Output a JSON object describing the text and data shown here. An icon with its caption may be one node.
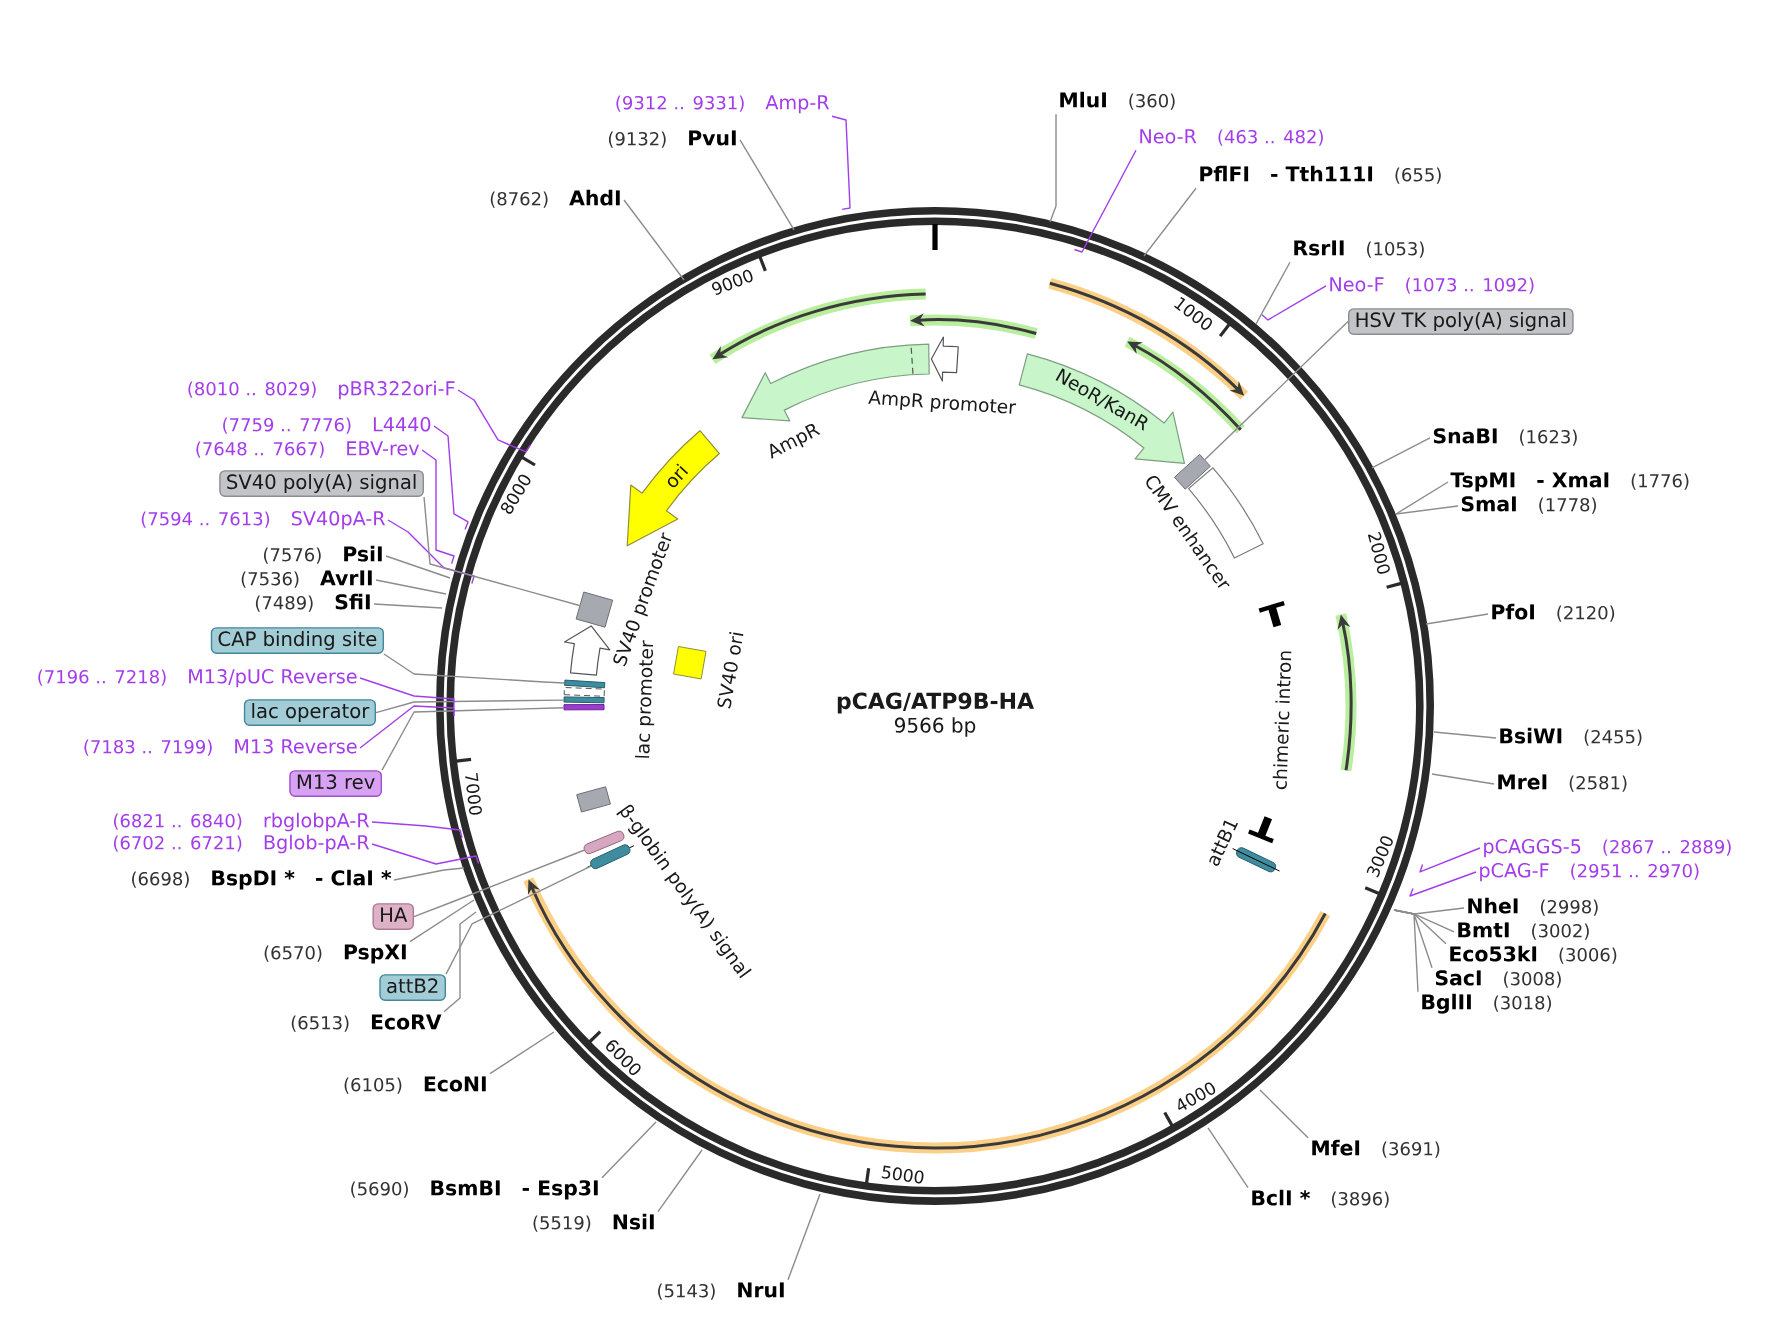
{
  "diagram": {
    "title": "pCAG/ATP9B-HA",
    "nodes": [
      {
        "text": [
          "MluI",
          "(360)"
        ]
      },
      {
        "text": [
          "Neo-R",
          "(463 .. 482)"
        ]
      },
      {
        "text": [
          "PflFI",
          "- Tth111I",
          "(655)"
        ]
      },
      {
        "text": [
          "RsrII",
          "(1053)"
        ]
      },
      {
        "text": [
          "Neo-F",
          "(1073 .. 1092)"
        ]
      },
      {
        "text": [
          "HSV TK poly(A) signal"
        ]
      },
      {
        "text": [
          "SnaBI",
          "(1623)"
        ]
      },
      {
        "text": [
          "TspMI",
          "- XmaI",
          "(1776)"
        ]
      },
      {
        "text": [
          "SmaI",
          "(1778)"
        ]
      },
      {
        "text": [
          "PfoI",
          "(2120)"
        ]
      },
      {
        "text": [
          "BsiWI",
          "(2455)"
        ]
      },
      {
        "text": [
          "MreI",
          "(2581)"
        ]
      },
      {
        "text": [
          "pCAGGS-5",
          "(2867 .. 2889)"
        ]
      },
      {
        "text": [
          "pCAG-F",
          "(2951 .. 2970)"
        ]
      },
      {
        "text": [
          "NheI",
          "(2998)"
        ]
      },
      {
        "text": [
          "BmtI",
          "(3002)"
        ]
      },
      {
        "text": [
          "Eco53kI",
          "(3006)"
        ]
      },
      {
        "text": [
          "SacI",
          "(3008)"
        ]
      },
      {
        "text": [
          "BglII",
          "(3018)"
        ]
      },
      {
        "text": [
          "MfeI",
          "(3691)"
        ]
      },
      {
        "text": [
          "BclI *",
          "(3896)"
        ]
      },
      {
        "text": [
          "(5143)",
          "NruI"
        ]
      },
      {
        "text": [
          "(5519)",
          "NsiI"
        ]
      },
      {
        "text": [
          "(5690)",
          "BsmBI",
          "- Esp3I"
        ]
      },
      {
        "text": [
          "(6105)",
          "EcoNI"
        ]
      },
      {
        "text": [
          "(6513)",
          "EcoRV"
        ]
      },
      {
        "text": [
          "attB2"
        ]
      },
      {
        "text": [
          "(6570)",
          "PspXI"
        ]
      },
      {
        "text": [
          "HA"
        ]
      },
      {
        "text": [
          "(6698)",
          "BspDI *",
          "- ClaI *"
        ]
      },
      {
        "text": [
          "(6702 .. 6721)",
          "Bglob-pA-R"
        ]
      },
      {
        "text": [
          "(6821 .. 6840)",
          "rbglobpA-R"
        ]
      },
      {
        "text": [
          "M13 rev"
        ]
      },
      {
        "text": [
          "(7183 .. 7199)",
          "M13 Reverse"
        ]
      },
      {
        "text": [
          "lac operator"
        ]
      },
      {
        "text": [
          "(7196 .. 7218)",
          "M13/pUC Reverse"
        ]
      },
      {
        "text": [
          "CAP binding site"
        ]
      },
      {
        "text": [
          "(7489)",
          "SfiI"
        ]
      },
      {
        "text": [
          "(7536)",
          "AvrII"
        ]
      },
      {
        "text": [
          "(7576)",
          "PsiI"
        ]
      },
      {
        "text": [
          "(7594 .. 7613)",
          "SV40pA-R"
        ]
      },
      {
        "text": [
          "SV40 poly(A) signal"
        ]
      },
      {
        "text": [
          "(7648 .. 7667)",
          "EBV-rev"
        ]
      },
      {
        "text": [
          "(7759 .. 7776)",
          "L4440"
        ]
      },
      {
        "text": [
          "(8010 .. 8029)",
          "pBR322ori-F"
        ]
      },
      {
        "text": [
          "(8762)",
          "AhdI"
        ]
      },
      {
        "text": [
          "(9132)",
          "PvuI"
        ]
      },
      {
        "text": [
          "(9312 .. 9331)",
          "Amp-R"
        ]
      },
      {
        "text": [
          "AmpR promoter"
        ]
      },
      {
        "text": [
          "NeoR/KanR"
        ]
      },
      {
        "text": [],
        "shape": "box"
      },
      {
        "text": [
          "CMV enhancer"
        ]
      },
      {
        "text": [
          "chimeric intron"
        ]
      },
      {
        "text": [
          "attB1"
        ]
      },
      {
        "text": [],
        "shape": "box"
      },
      {
        "text": [],
        "shape": "box"
      },
      {
        "text": [
          "β-globin poly(A) signal"
        ]
      },
      {
        "text": [],
        "shape": "box"
      },
      {
        "text": [],
        "shape": "box"
      },
      {
        "text": [
          "lac promoter"
        ]
      },
      {
        "text": [],
        "shape": "box"
      },
      {
        "text": [
          "SV40 ori"
        ]
      },
      {
        "text": [
          "SV40 promoter"
        ]
      },
      {
        "text": [],
        "shape": "box"
      },
      {
        "text": [
          "ori"
        ]
      },
      {
        "text": [
          "AmpR"
        ]
      }
    ],
    "edges": [
      {
        "from": 0,
        "to": null,
        "arrow": "none"
      },
      {
        "from": 1,
        "to": null,
        "arrow": "none",
        "color": "#a33deb"
      },
      {
        "from": 2,
        "to": null,
        "arrow": "none"
      },
      {
        "from": 3,
        "to": null,
        "arrow": "none"
      },
      {
        "from": 4,
        "to": null,
        "arrow": "none",
        "color": "#a33deb"
      },
      {
        "from": 5,
        "to": 50,
        "arrow": "none"
      },
      {
        "from": 6,
        "to": null,
        "arrow": "none"
      },
      {
        "from": 7,
        "to": null,
        "arrow": "none"
      },
      {
        "from": 8,
        "to": null,
        "arrow": "none"
      },
      {
        "from": 9,
        "to": null,
        "arrow": "none"
      },
      {
        "from": 10,
        "to": null,
        "arrow": "none"
      },
      {
        "from": 11,
        "to": null,
        "arrow": "none"
      },
      {
        "from": 12,
        "to": null,
        "arrow": "none",
        "color": "#a33deb"
      },
      {
        "from": 13,
        "to": null,
        "arrow": "none",
        "color": "#a33deb"
      },
      {
        "from": 14,
        "to": null,
        "arrow": "none"
      },
      {
        "from": 15,
        "to": null,
        "arrow": "none"
      },
      {
        "from": 16,
        "to": null,
        "arrow": "none"
      },
      {
        "from": 17,
        "to": null,
        "arrow": "none"
      },
      {
        "from": 18,
        "to": null,
        "arrow": "none"
      },
      {
        "from": 19,
        "to": null,
        "arrow": "none"
      },
      {
        "from": 20,
        "to": null,
        "arrow": "none"
      },
      {
        "from": 21,
        "to": null,
        "arrow": "none"
      },
      {
        "from": 22,
        "to": null,
        "arrow": "none"
      },
      {
        "from": 23,
        "to": null,
        "arrow": "none"
      },
      {
        "from": 24,
        "to": null,
        "arrow": "none"
      },
      {
        "from": 25,
        "to": null,
        "arrow": "none"
      },
      {
        "from": 26,
        "to": 54,
        "arrow": "none"
      },
      {
        "from": 27,
        "to": null,
        "arrow": "none"
      },
      {
        "from": 28,
        "to": 55,
        "arrow": "none"
      },
      {
        "from": 29,
        "to": null,
        "arrow": "none"
      },
      {
        "from": 30,
        "to": null,
        "arrow": "none",
        "color": "#a33deb"
      },
      {
        "from": 31,
        "to": null,
        "arrow": "none",
        "color": "#a33deb"
      },
      {
        "from": 32,
        "to": 57,
        "arrow": "none"
      },
      {
        "from": 33,
        "to": null,
        "arrow": "none",
        "color": "#a33deb"
      },
      {
        "from": 34,
        "to": 58,
        "arrow": "none"
      },
      {
        "from": 35,
        "to": null,
        "arrow": "none",
        "color": "#a33deb"
      },
      {
        "from": 36,
        "to": 60,
        "arrow": "none"
      },
      {
        "from": 37,
        "to": null,
        "arrow": "none"
      },
      {
        "from": 38,
        "to": null,
        "arrow": "none"
      },
      {
        "from": 39,
        "to": null,
        "arrow": "none"
      },
      {
        "from": 40,
        "to": null,
        "arrow": "none",
        "color": "#a33deb"
      },
      {
        "from": 41,
        "to": 63,
        "arrow": "none"
      },
      {
        "from": 42,
        "to": null,
        "arrow": "none",
        "color": "#a33deb"
      },
      {
        "from": 43,
        "to": null,
        "arrow": "none",
        "color": "#a33deb"
      },
      {
        "from": 44,
        "to": null,
        "arrow": "none",
        "color": "#a33deb"
      },
      {
        "from": 45,
        "to": null,
        "arrow": "none"
      },
      {
        "from": 46,
        "to": null,
        "arrow": "none"
      },
      {
        "from": 47,
        "to": null,
        "arrow": "none",
        "color": "#a33deb"
      }
    ],
    "labels": [
      "9566 bp",
      "1000",
      "2000",
      "3000",
      "4000",
      "5000",
      "6000",
      "7000",
      "8000",
      "9000"
    ]
  }
}
